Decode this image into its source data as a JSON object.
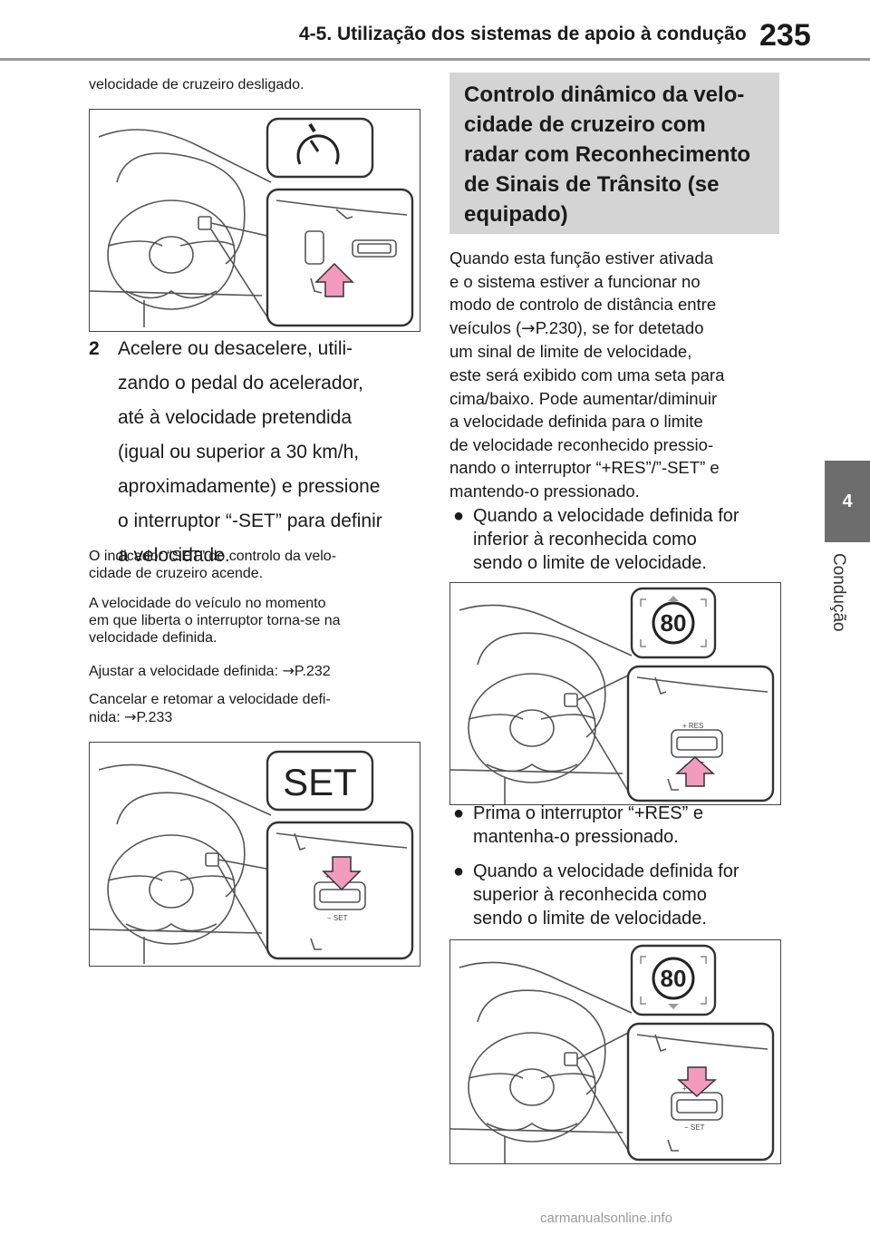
{
  "header": {
    "section": "4-5. Utilização dos sistemas de apoio à condução",
    "page_number": "235"
  },
  "side_tab": {
    "chapter_number": "4",
    "chapter_name": "Condução"
  },
  "left": {
    "intro_line": "velocidade de cruzeiro desligado.",
    "step_number": "2",
    "step_lines": [
      "Acelere ou desacelere, utili-",
      "zando o pedal do acelerador,",
      "até à velocidade pretendida",
      "(igual ou superior a 30 km/h,",
      "aproximadamente) e pressione",
      "o interruptor “-SET” para definir",
      "a velocidade."
    ],
    "note1_lines": [
      "O indicador “SET” do controlo da velo-",
      "cidade de cruzeiro acende."
    ],
    "note2_lines": [
      "A velocidade do veículo no momento",
      "em que liberta o interruptor torna-se na",
      "velocidade definida."
    ],
    "note3_prefix": "Ajustar a velocidade definida: ",
    "note3_ref": "P.232",
    "note4_line1": "Cancelar e retomar a velocidade defi-",
    "note4_prefix": "nida: ",
    "note4_ref": "P.233",
    "arrow_glyph": "→",
    "figure2_label": "SET"
  },
  "right": {
    "section_title_lines": [
      "Controlo dinâmico da velo-",
      "cidade de cruzeiro com",
      "radar com Reconhecimento",
      "de Sinais de Trânsito (se",
      "equipado)"
    ],
    "para_lines": [
      "Quando esta função estiver ativada",
      "e o sistema estiver a funcionar no",
      "modo de controlo de distância entre",
      "veículos (",
      "um sinal de limite de velocidade,",
      "este será exibido com uma seta para",
      "cima/baixo. Pode aumentar/diminuir",
      "a velocidade definida para o limite",
      "de velocidade reconhecido pressio-",
      "nando o interruptor “+RES”/”-SET” e",
      "mantendo-o pressionado."
    ],
    "para_ref": "P.230), se for detetado",
    "bullet1_lines": [
      "Quando a velocidade definida for",
      "inferior à reconhecida como",
      "sendo o limite de velocidade."
    ],
    "bullet2_lines": [
      "Prima o interruptor “+RES” e",
      "mantenha-o pressionado."
    ],
    "bullet3_lines": [
      "Quando a velocidade definida for",
      "superior à reconhecida como",
      "sendo o limite de velocidade."
    ],
    "sign_value": "80",
    "res_label": "+ RES",
    "set_label": "− SET"
  },
  "footer": "carmanualsonline.info",
  "colors": {
    "pink_arrow": "#f39bbd",
    "section_bg": "#d4d4d4",
    "tab_bg": "#6d6d6d"
  }
}
